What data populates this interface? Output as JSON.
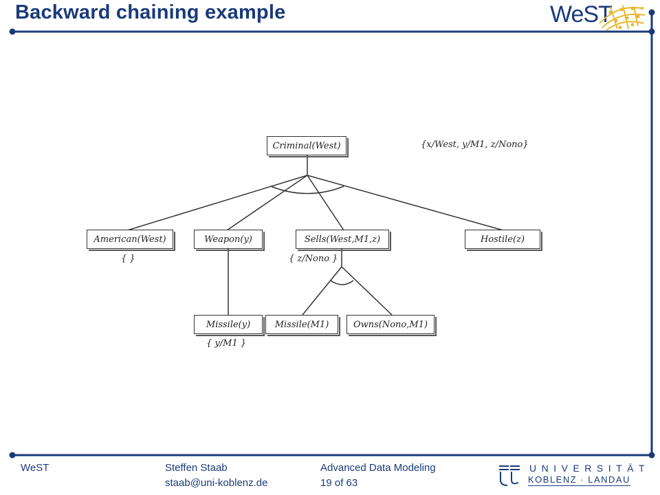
{
  "slide": {
    "title": "Backward chaining example",
    "logo": "WeST"
  },
  "diagram": {
    "root": "Criminal(West)",
    "root_substitution": "{x/West, y/M1, z/Nono}",
    "goals": {
      "american": "American(West)",
      "weapon": "Weapon(y)",
      "sells": "Sells(West,M1,z)",
      "hostile": "Hostile(z)",
      "missile_y": "Missile(y)",
      "missile_m1": "Missile(M1)",
      "owns": "Owns(Nono,M1)"
    },
    "substitutions": {
      "american": "{ }",
      "sells": "{ z/Nono }",
      "missile_y": "{ y/M1 }"
    }
  },
  "footer": {
    "org": "WeST",
    "author": "Steffen Staab",
    "email": "staab@uni-koblenz.de",
    "course": "Advanced Data Modeling",
    "page": "19 of 63",
    "university_line1": "UNIVERSITÄT",
    "university_line2": "KOBLENZ · LANDAU"
  },
  "colors": {
    "primary": "#1a3a7a",
    "logo_gold": "#e8b830"
  }
}
